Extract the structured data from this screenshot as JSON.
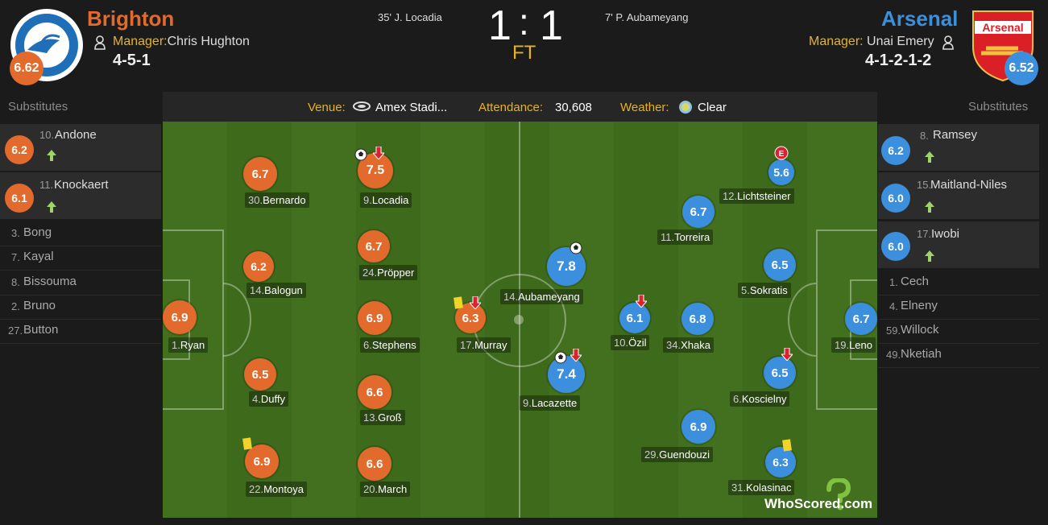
{
  "colors": {
    "home": "#e26a2c",
    "away": "#3b8fdd",
    "accent": "#e8b321"
  },
  "match": {
    "home_goal_event": "35' J. Locadia",
    "away_goal_event": "7' P. Aubameyang",
    "home_score": "1",
    "separator": ":",
    "away_score": "1",
    "status": "FT"
  },
  "home": {
    "name": "Brighton",
    "manager_label": "Manager:",
    "manager": "Chris Hughton",
    "formation": "4-5-1",
    "team_rating": "6.62",
    "badge_icon": "brighton-crest-icon",
    "subs_title": "Substitutes",
    "subs_played": [
      {
        "num": "10.",
        "name": "Andone",
        "rating": "6.2"
      },
      {
        "num": "11.",
        "name": "Knockaert",
        "rating": "6.1"
      }
    ],
    "subs_unused": [
      {
        "num": "3.",
        "name": "Bong"
      },
      {
        "num": "7.",
        "name": "Kayal"
      },
      {
        "num": "8.",
        "name": "Bissouma"
      },
      {
        "num": "2.",
        "name": "Bruno"
      },
      {
        "num": "27.",
        "name": "Button"
      }
    ],
    "players": [
      {
        "num": "1.",
        "name": "Ryan",
        "rating": "6.9"
      },
      {
        "num": "30.",
        "name": "Bernardo",
        "rating": "6.7"
      },
      {
        "num": "14.",
        "name": "Balogun",
        "rating": "6.2"
      },
      {
        "num": "4.",
        "name": "Duffy",
        "rating": "6.5"
      },
      {
        "num": "22.",
        "name": "Montoya",
        "rating": "6.9"
      },
      {
        "num": "9.",
        "name": "Locadia",
        "rating": "7.5"
      },
      {
        "num": "24.",
        "name": "Pröpper",
        "rating": "6.7"
      },
      {
        "num": "6.",
        "name": "Stephens",
        "rating": "6.9"
      },
      {
        "num": "13.",
        "name": "Groß",
        "rating": "6.6"
      },
      {
        "num": "20.",
        "name": "March",
        "rating": "6.6"
      },
      {
        "num": "17.",
        "name": "Murray",
        "rating": "6.3"
      }
    ]
  },
  "away": {
    "name": "Arsenal",
    "manager_label": "Manager:",
    "manager": "Unai Emery",
    "formation": "4-1-2-1-2",
    "team_rating": "6.52",
    "badge_icon": "arsenal-crest-icon",
    "badge_text": "Arsenal",
    "subs_title": "Substitutes",
    "subs_played": [
      {
        "num": "8.",
        "name": "Ramsey",
        "rating": "6.2"
      },
      {
        "num": "15.",
        "name": "Maitland-Niles",
        "rating": "6.0"
      },
      {
        "num": "17.",
        "name": "Iwobi",
        "rating": "6.0"
      }
    ],
    "subs_unused": [
      {
        "num": "1.",
        "name": "Cech"
      },
      {
        "num": "4.",
        "name": "Elneny"
      },
      {
        "num": "59.",
        "name": "Willock"
      },
      {
        "num": "49.",
        "name": "Nketiah"
      }
    ],
    "players": [
      {
        "num": "14.",
        "name": "Aubameyang",
        "rating": "7.8"
      },
      {
        "num": "9.",
        "name": "Lacazette",
        "rating": "7.4"
      },
      {
        "num": "10.",
        "name": "Özil",
        "rating": "6.1"
      },
      {
        "num": "34.",
        "name": "Xhaka",
        "rating": "6.8"
      },
      {
        "num": "11.",
        "name": "Torreira",
        "rating": "6.7"
      },
      {
        "num": "29.",
        "name": "Guendouzi",
        "rating": "6.9"
      },
      {
        "num": "12.",
        "name": "Lichtsteiner",
        "rating": "5.6"
      },
      {
        "num": "5.",
        "name": "Sokratis",
        "rating": "6.5"
      },
      {
        "num": "6.",
        "name": "Koscielny",
        "rating": "6.5"
      },
      {
        "num": "31.",
        "name": "Kolasinac",
        "rating": "6.3"
      },
      {
        "num": "19.",
        "name": "Leno",
        "rating": "6.7"
      }
    ]
  },
  "info": {
    "venue_label": "Venue:",
    "venue": "Amex Stadi...",
    "venue_icon": "stadium-icon",
    "attendance_label": "Attendance:",
    "attendance": "30,608",
    "weather_label": "Weather:",
    "weather": "Clear",
    "weather_icon": "clear-weather-icon"
  },
  "branding": {
    "part1": "WhoScored",
    "part2": ".com"
  }
}
